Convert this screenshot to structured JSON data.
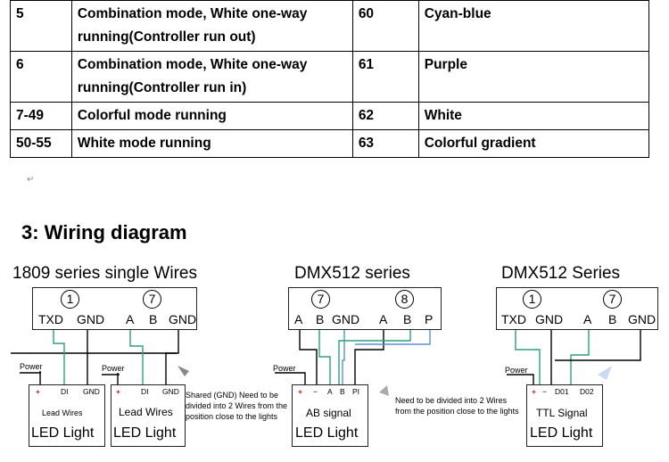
{
  "table": {
    "rows": [
      {
        "code1": "5",
        "desc1": "Combination mode, White one-way running(Controller run out)",
        "code2": "60",
        "desc2": "Cyan-blue"
      },
      {
        "code1": "6",
        "desc1": "Combination mode, White one-way running(Controller run in)",
        "code2": "61",
        "desc2": "Purple"
      },
      {
        "code1": "7-49",
        "desc1": "Colorful mode running",
        "code2": "62",
        "desc2": "White"
      },
      {
        "code1": "50-55",
        "desc1": "White mode running",
        "code2": "63",
        "desc2": "Colorful gradient"
      }
    ]
  },
  "section_heading": "3: Wiring diagram",
  "diagrams": {
    "d1": {
      "title": "1809 series single Wires",
      "ports": [
        "1",
        "7"
      ],
      "pins": [
        "TXD",
        "GND",
        "A",
        "B",
        "GND"
      ],
      "power": "Power",
      "light1": {
        "pins": [
          "+",
          "DI",
          "GND"
        ],
        "caption": "Lead Wires",
        "name": "LED Light"
      },
      "light2": {
        "pins": [
          "+",
          "DI",
          "GND"
        ],
        "caption": "Lead Wires",
        "name": "LED Light"
      },
      "note": "Shared (GND) Need to be divided into 2 Wires from the position close to the lights"
    },
    "d2": {
      "title": "DMX512 series",
      "ports": [
        "7",
        "8"
      ],
      "pins": [
        "A",
        "B",
        "GND",
        "A",
        "B",
        "P"
      ],
      "power": "Power",
      "light": {
        "pins": [
          "+",
          "−",
          "A",
          "B",
          "PI"
        ],
        "caption": "AB signal",
        "name": "LED Light"
      },
      "note": "Need to be divided into 2 Wires from the position close to the lights"
    },
    "d3": {
      "title": "DMX512 Series",
      "ports": [
        "1",
        "7"
      ],
      "pins": [
        "TXD",
        "GND",
        "A",
        "B",
        "GND"
      ],
      "power": "Power",
      "light": {
        "pins": [
          "+",
          "−",
          "D01",
          "D02"
        ],
        "caption": "TTL Signal",
        "name": "LED Light"
      }
    }
  },
  "colors": {
    "wire_green": "#2aa37a",
    "wire_blue": "#5b8fd6",
    "wire_black": "#000000",
    "plus_red": "#d22222"
  }
}
